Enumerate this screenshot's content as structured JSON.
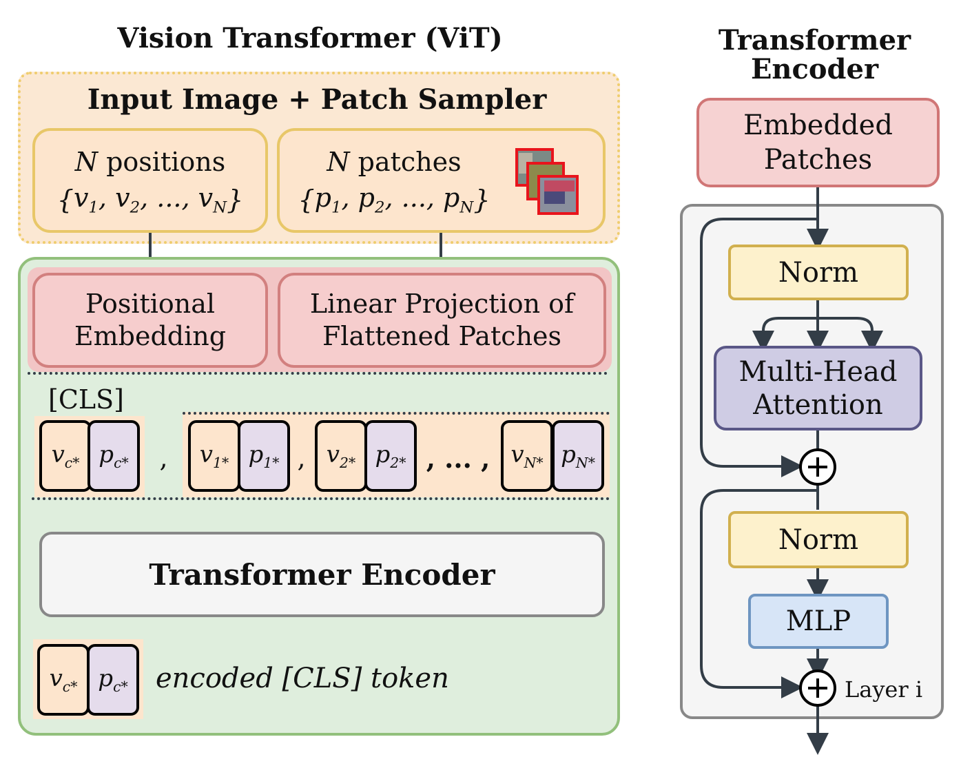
{
  "vit": {
    "title": "Vision Transformer (ViT)",
    "input_title": "Input Image + Patch Sampler",
    "positions_line1": "N positions",
    "positions_line2": "{v1, v2, ..., vN}",
    "patches_line1": "N patches",
    "patches_line2": "{p1, p2, ..., pN}",
    "pos_embed_1": "Positional",
    "pos_embed_2": "Embedding",
    "lin_proj_1": "Linear Projection of",
    "lin_proj_2": "Flattened Patches",
    "cls_label": "[CLS]",
    "encoder_label": "Transformer Encoder",
    "encoded_label": "encoded [CLS] token",
    "tokens": {
      "vc": "vc*",
      "pc": "pc*",
      "v1": "v1*",
      "p1": "p1*",
      "v2": "v2*",
      "p2": "p2*",
      "vN": "vN*",
      "pN": "pN*",
      "sep1": ",",
      "sep2": ",",
      "sep3": ", ... ,"
    }
  },
  "encoder": {
    "title_1": "Transformer",
    "title_2": "Encoder",
    "embedded_1": "Embedded",
    "embedded_2": "Patches",
    "norm1": "Norm",
    "mha_1": "Multi-Head",
    "mha_2": "Attention",
    "norm2": "Norm",
    "mlp": "MLP",
    "layer_label": "Layer i"
  },
  "colors": {
    "input_bg": "#fbe8d3",
    "input_border": "#efcd6e",
    "green_bg": "#dfeedd",
    "green_border": "#92c07c",
    "red_bg": "#f6cdcd",
    "red_border": "#d2807f",
    "v_token": "#fde5cd",
    "p_token": "#e5dcec",
    "norm_bg": "#fdf1cc",
    "mha_bg": "#cfcce4",
    "mlp_bg": "#d7e5f7"
  }
}
